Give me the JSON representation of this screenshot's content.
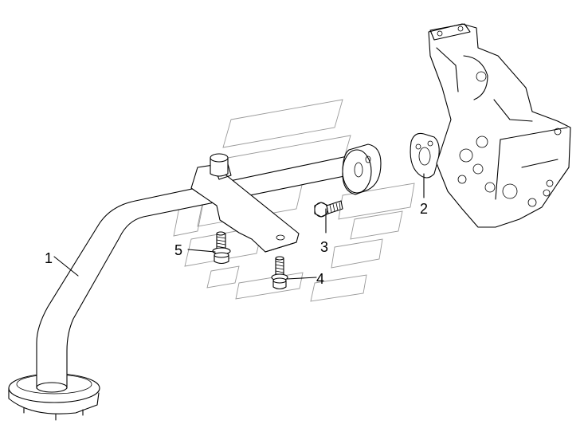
{
  "callouts": [
    {
      "label": "1",
      "part": "oil-suction-pipe"
    },
    {
      "label": "2",
      "part": "gasket"
    },
    {
      "label": "3",
      "part": "flange-bolt"
    },
    {
      "label": "4",
      "part": "bracket-bolt"
    },
    {
      "label": "5",
      "part": "bracket-bolt-washer"
    }
  ]
}
